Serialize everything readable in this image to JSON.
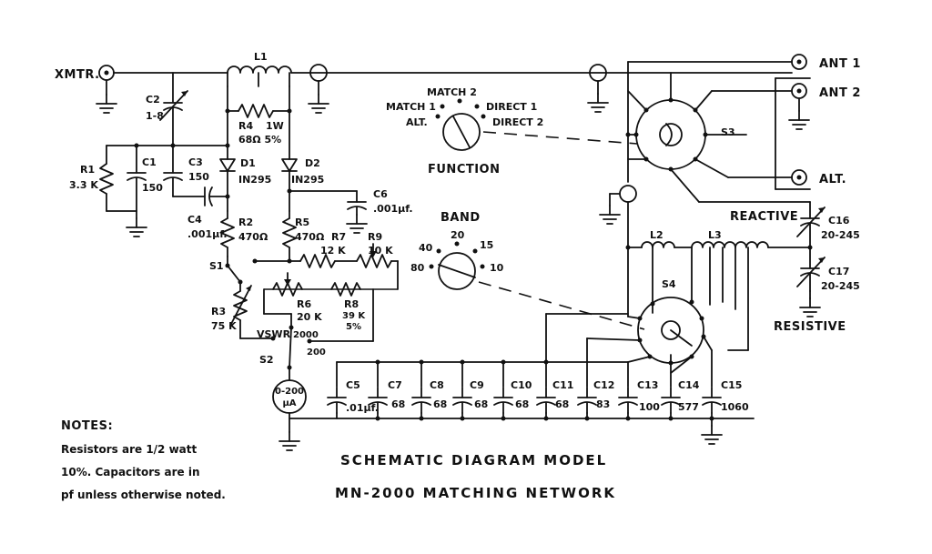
{
  "labels": {
    "xmtr": "XMTR.",
    "ant1": "ANT 1",
    "ant2": "ANT 2",
    "alt": "ALT.",
    "l1": "L1",
    "l2": "L2",
    "l3": "L3",
    "c2": "C2",
    "c2_val": "1-8",
    "r1": "R1",
    "r1_val": "3.3 K",
    "c1": "C1",
    "c1_val": "150",
    "c3": "C3",
    "c3_val": "150",
    "c4": "C4",
    "c4_val": ".001µf.",
    "r4": "R4",
    "r4_w": "1W",
    "r4_val": "68Ω  5%",
    "d1": "D1",
    "d1_val": "IN295",
    "d2": "D2",
    "d2_val": "IN295",
    "c6": "C6",
    "c6_val": ".001µf.",
    "r2": "R2",
    "r2_val": "470Ω",
    "r5": "R5",
    "r5_val": "470Ω",
    "r7": "R7",
    "r7_val": "12 K",
    "r9": "R9",
    "r9_val": "10 K",
    "s1": "S1",
    "r3": "R3",
    "r3_val": "75 K",
    "r6": "R6",
    "r6_val": "20 K",
    "r8": "R8",
    "r8_val": "39 K",
    "r8_tol": "5%",
    "sw2000": "2000",
    "sw200": "200",
    "vswr": "VSWR",
    "s2": "S2",
    "meter_val": "0-200",
    "meter_unit": "µA",
    "c5": "C5",
    "c5_val": ".01µf.",
    "c7": "C7",
    "c7_val": "68",
    "c8": "C8",
    "c8_val": "68",
    "c9": "C9",
    "c9_val": "68",
    "c10": "C10",
    "c10_val": "68",
    "c11": "C11",
    "c11_val": "68",
    "c12": "C12",
    "c12_val": "83",
    "c13": "C13",
    "c13_val": "100",
    "c14": "C14",
    "c14_val": "577",
    "c15": "C15",
    "c15_val": "1060",
    "s3": "S3",
    "s4": "S4",
    "c16": "C16",
    "c16_val": "20-245",
    "c17": "C17",
    "c17_val": "20-245",
    "reactive": "REACTIVE",
    "resistive": "RESISTIVE"
  },
  "function_switch": {
    "title": "FUNCTION",
    "positions": [
      "MATCH 1",
      "MATCH 2",
      "DIRECT 1",
      "DIRECT 2",
      "ALT."
    ]
  },
  "band_switch": {
    "title": "BAND",
    "positions": [
      "80",
      "40",
      "20",
      "15",
      "10"
    ]
  },
  "notes": {
    "heading": "NOTES:",
    "line1": "Resistors  are  1/2  watt",
    "line2": "10%.  Capacitors  are  in",
    "line3": "pf  unless  otherwise  noted."
  },
  "title": {
    "line1": "SCHEMATIC  DIAGRAM  MODEL",
    "line2": "MN-2000   MATCHING   NETWORK"
  }
}
